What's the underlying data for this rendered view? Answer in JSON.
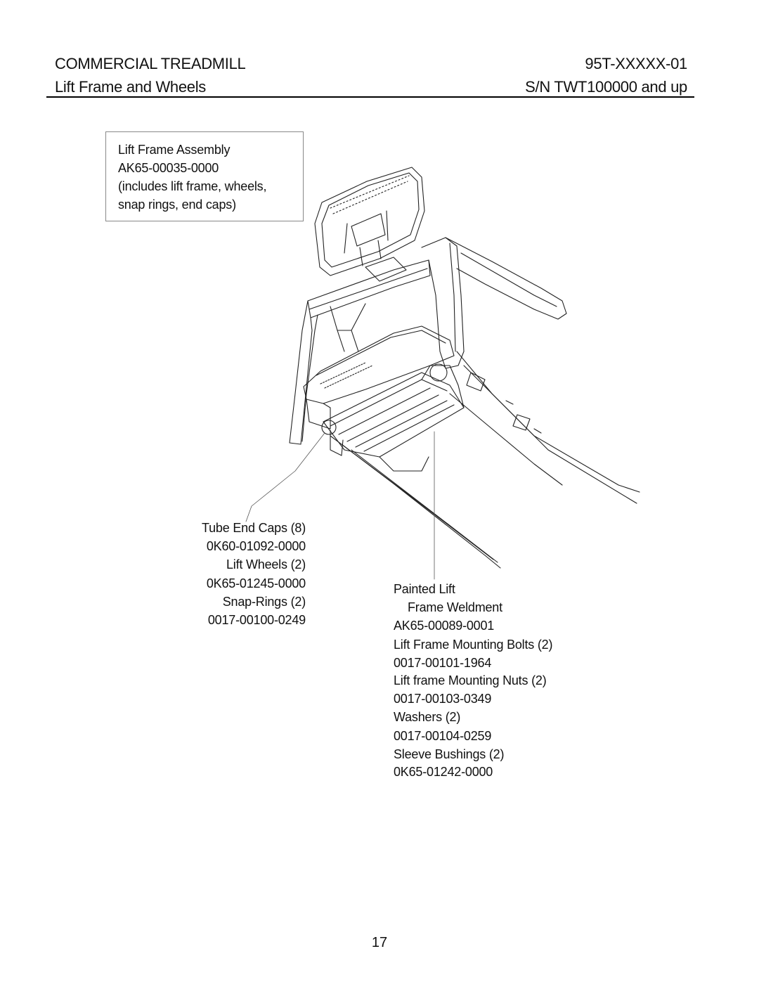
{
  "header": {
    "product": "COMMERCIAL TREADMILL",
    "model": "95T-XXXXX-01",
    "section": "Lift Frame and Wheels",
    "serial": "S/N TWT100000 and up"
  },
  "callout_box": {
    "lines": [
      "Lift Frame Assembly",
      "AK65-00035-0000",
      "(includes lift frame, wheels,",
      "snap rings, end caps)"
    ]
  },
  "left_parts": [
    "Tube End Caps (8)",
    "0K60-01092-0000",
    "Lift Wheels (2)",
    "0K65-01245-0000",
    "Snap-Rings (2)",
    "0017-00100-0249"
  ],
  "right_parts": [
    "Painted Lift",
    "Frame Weldment",
    "AK65-00089-0001",
    "Lift Frame Mounting Bolts (2)",
    "0017-00101-1964",
    "Lift frame Mounting Nuts (2)",
    "0017-00103-0349",
    "Washers (2)",
    "0017-00104-0259",
    "Sleeve Bushings (2)",
    "0K65-01242-0000"
  ],
  "page_number": "17"
}
